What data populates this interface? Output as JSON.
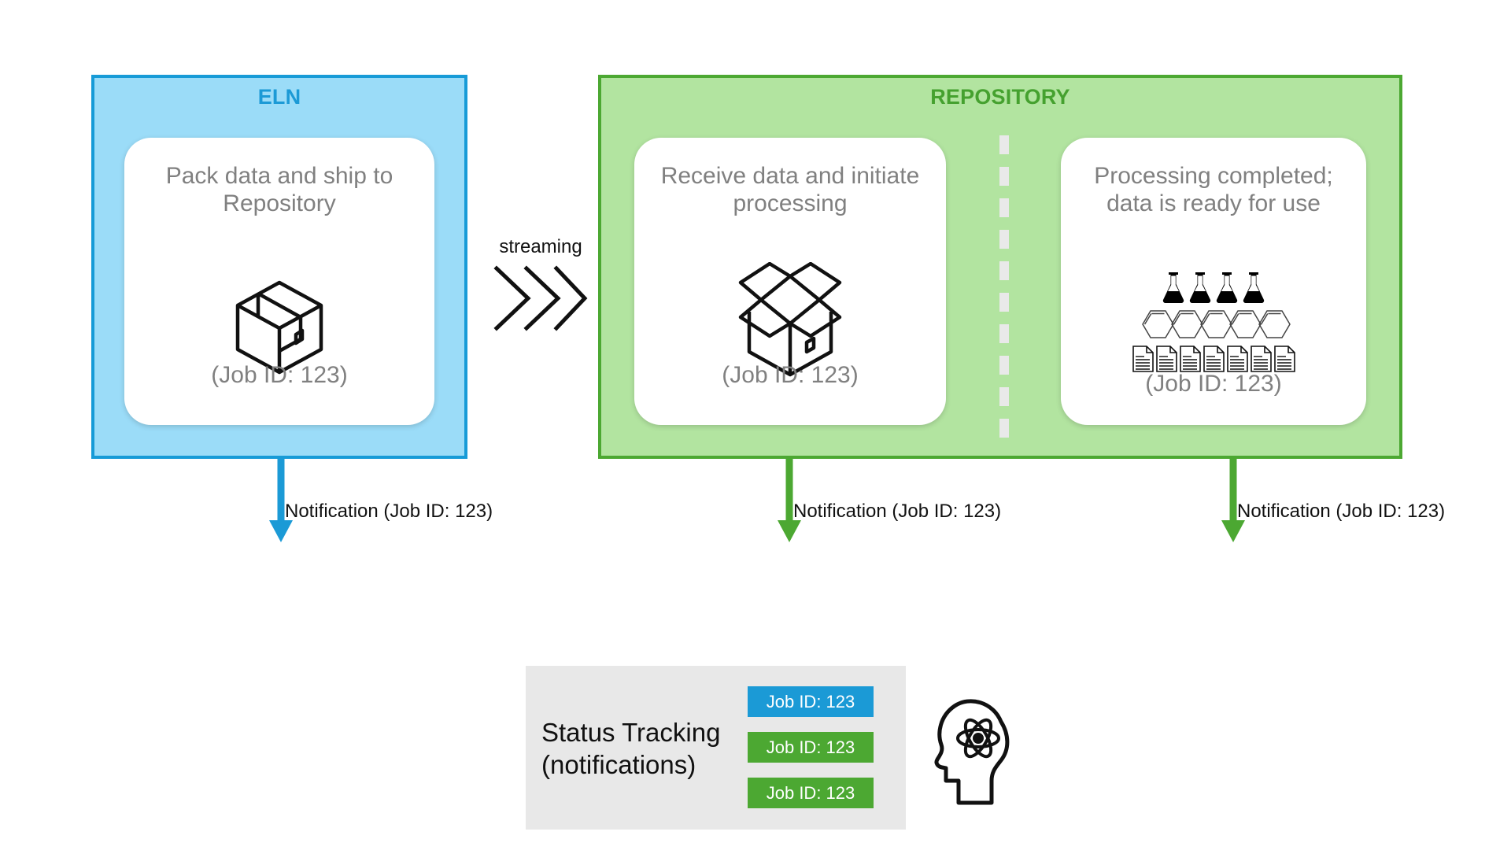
{
  "eln": {
    "title": "ELN",
    "accent_color": "#179bd7",
    "fill_color": "#9bdcf8",
    "card": {
      "title": "Pack data and ship to Repository",
      "job_id": "(Job ID: 123)",
      "icon": "closed-box-icon"
    }
  },
  "repository": {
    "title": "REPOSITORY",
    "accent_color": "#4ca832",
    "fill_color": "#b2e4a0",
    "divider": "dashed-divider",
    "cards": [
      {
        "title": "Receive data and initiate processing",
        "job_id": "(Job ID: 123)",
        "icon": "open-box-icon"
      },
      {
        "title": "Processing completed; data is ready for use",
        "job_id": "(Job ID: 123)",
        "icons": {
          "flask_count": 4,
          "hexagon_count": 5,
          "document_count": 7
        }
      }
    ]
  },
  "streaming": {
    "label": "streaming",
    "icon": "triple-chevron-right-icon"
  },
  "notifications": [
    {
      "label": "Notification (Job ID: 123)",
      "color": "#179bd7"
    },
    {
      "label": "Notification (Job ID: 123)",
      "color": "#4ca832"
    },
    {
      "label": "Notification (Job ID: 123)",
      "color": "#4ca832"
    }
  ],
  "status_tracking": {
    "label": "Status Tracking (notifications)",
    "background": "#e8e8e8",
    "badges": [
      {
        "text": "Job ID: 123",
        "color": "#1b9ad6"
      },
      {
        "text": "Job ID: 123",
        "color": "#4ca832"
      },
      {
        "text": "Job ID: 123",
        "color": "#4ca832"
      }
    ],
    "icon": "head-atom-icon"
  }
}
